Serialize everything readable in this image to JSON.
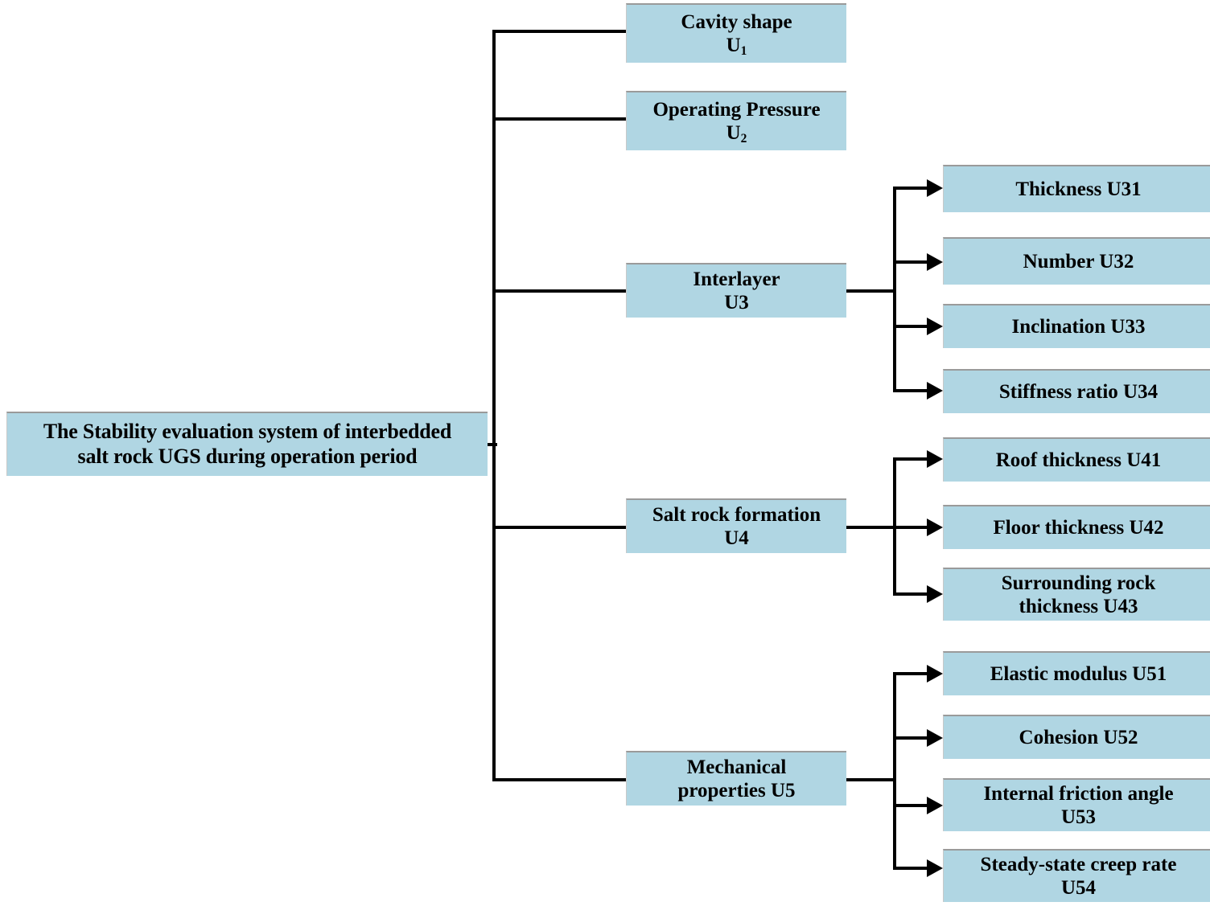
{
  "diagram": {
    "title": "The Stability evaluation system of interbedded salt rock UGS during operation period",
    "type": "hierarchy-tree",
    "colors": {
      "node_fill": "#b0d6e3",
      "node_border": "#9a9a9a",
      "edge": "#000000",
      "text": "#000000",
      "background": "#ffffff"
    },
    "root": {
      "line1": "The Stability evaluation system of interbedded",
      "line2": "salt rock UGS during operation period",
      "code": ""
    },
    "level2": [
      {
        "line1": "Cavity shape",
        "line2": "U",
        "sub": "1",
        "code": "U1"
      },
      {
        "line1": "Operating Pressure",
        "line2": "U",
        "sub": "2",
        "code": "U2"
      },
      {
        "line1": "Interlayer",
        "line2": "U3",
        "sub": "",
        "code": "U3"
      },
      {
        "line1": "Salt rock formation",
        "line2": "U4",
        "sub": "",
        "code": "U4"
      },
      {
        "line1": "Mechanical",
        "line2": "properties U5",
        "sub": "",
        "code": "U5"
      }
    ],
    "level3": {
      "interlayer": [
        {
          "line1": "Thickness U31",
          "line2": "",
          "code": "U31"
        },
        {
          "line1": "Number U32",
          "line2": "",
          "code": "U32"
        },
        {
          "line1": "Inclination U33",
          "line2": "",
          "code": "U33"
        },
        {
          "line1": "Stiffness ratio U34",
          "line2": "",
          "code": "U34"
        }
      ],
      "salt_rock_formation": [
        {
          "line1": "Roof thickness U41",
          "line2": "",
          "code": "U41"
        },
        {
          "line1": "Floor thickness U42",
          "line2": "",
          "code": "U42"
        },
        {
          "line1": "Surrounding rock",
          "line2": "thickness U43",
          "code": "U43"
        }
      ],
      "mechanical_properties": [
        {
          "line1": "Elastic modulus U51",
          "line2": "",
          "code": "U51"
        },
        {
          "line1": "Cohesion U52",
          "line2": "",
          "code": "U52"
        },
        {
          "line1": "Internal friction angle",
          "line2": "U53",
          "code": "U53"
        },
        {
          "line1": "Steady-state creep rate",
          "line2": "U54",
          "code": "U54"
        }
      ]
    }
  }
}
